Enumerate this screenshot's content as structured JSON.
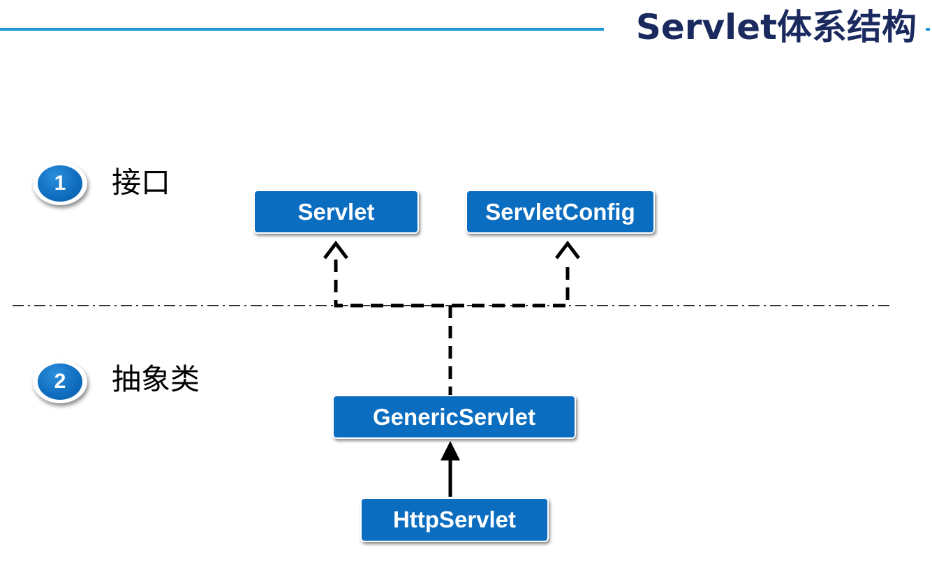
{
  "title": "Servlet体系结构",
  "sections": [
    {
      "number": "1",
      "label": "接口"
    },
    {
      "number": "2",
      "label": "抽象类"
    }
  ],
  "nodes": {
    "servlet": "Servlet",
    "servlet_config": "ServletConfig",
    "generic_servlet": "GenericServlet",
    "http_servlet": "HttpServlet"
  },
  "colors": {
    "title": "#1a2a5e",
    "accent_line": "#1f97d6",
    "node_fill": "#0b6dc0",
    "connector": "#000000"
  }
}
